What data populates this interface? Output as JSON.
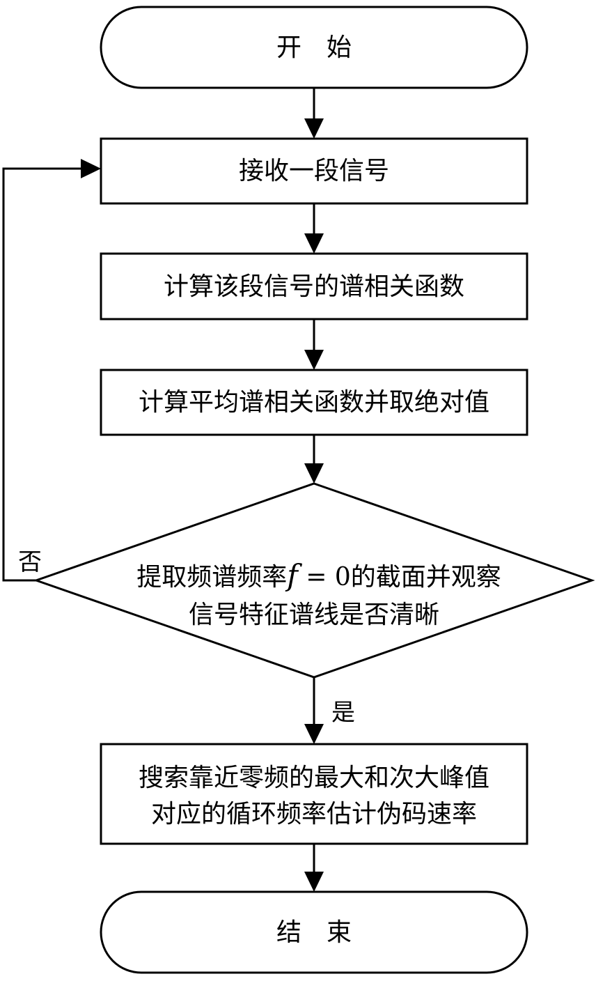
{
  "nodes": {
    "start": {
      "label": "开　始"
    },
    "receive": {
      "label": "接收一段信号"
    },
    "compute_scf": {
      "label": "计算该段信号的谱相关函数"
    },
    "average": {
      "label": "计算平均谱相关函数并取绝对值"
    },
    "decision": {
      "line1_prefix": "提取频谱频率",
      "line1_var": "f",
      "line1_eq": " = 0",
      "line1_suffix": "的截面并观察",
      "line2": "信号特征谱线是否清晰"
    },
    "search": {
      "line1": "搜索靠近零频的最大和次大峰值",
      "line2": "对应的循环频率估计伪码速率"
    },
    "end": {
      "label": "结　束"
    }
  },
  "edges": {
    "no_label": "否",
    "yes_label": "是"
  },
  "colors": {
    "stroke": "#000000",
    "background": "#ffffff"
  }
}
